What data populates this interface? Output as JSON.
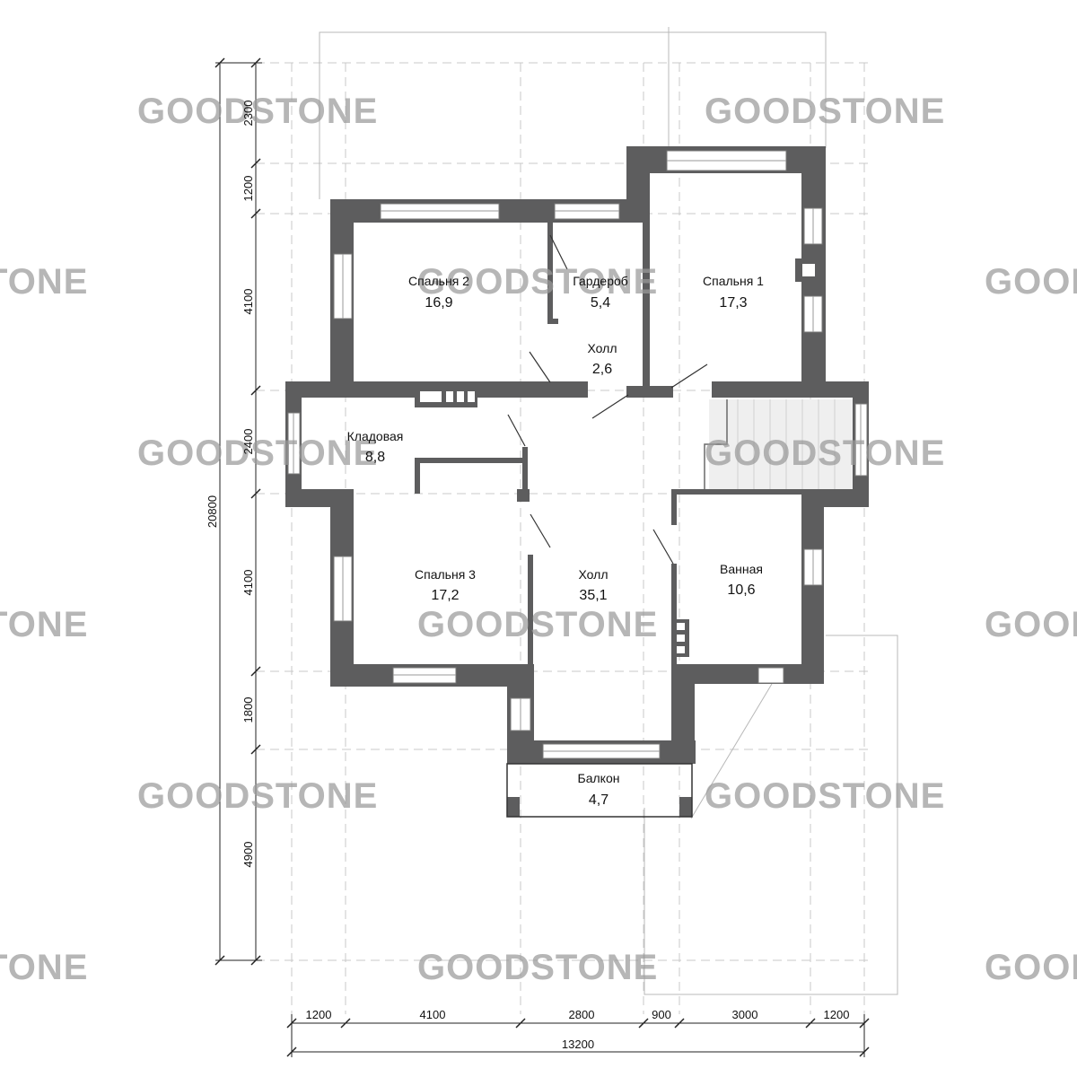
{
  "rooms": [
    {
      "name": "Спальня 2",
      "area": "16,9"
    },
    {
      "name": "Гардероб",
      "area": "5,4"
    },
    {
      "name": "Спальня 1",
      "area": "17,3"
    },
    {
      "name": "Холл",
      "area": "2,6"
    },
    {
      "name": "Кладовая",
      "area": "8,8"
    },
    {
      "name": "Спальня 3",
      "area": "17,2"
    },
    {
      "name": "Холл",
      "area": "35,1"
    },
    {
      "name": "Ванная",
      "area": "10,6"
    },
    {
      "name": "Балкон",
      "area": "4,7"
    }
  ],
  "dimensions": {
    "left": [
      "2300",
      "1200",
      "4100",
      "2400",
      "4100",
      "1800",
      "4900"
    ],
    "left_total": "20800",
    "bottom": [
      "1200",
      "4100",
      "2800",
      "900",
      "3000",
      "1200"
    ],
    "bottom_total": "13200"
  },
  "watermark": "GOODSTONE",
  "colors": {
    "wall": "#5d5d5e",
    "stair": "#efefef",
    "watermark": "#9a9a9a"
  }
}
